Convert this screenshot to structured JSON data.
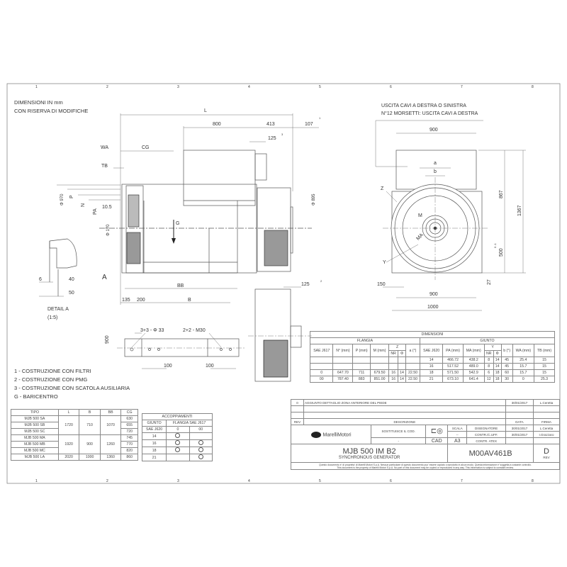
{
  "frame": {
    "columns": [
      "1",
      "2",
      "3",
      "4",
      "5",
      "6",
      "7",
      "8"
    ]
  },
  "notes_top": [
    "DIMENSIONI IN mm",
    "CON RISERVA DI MODIFICHE"
  ],
  "right_view_notes": [
    "USCITA CAVI A DESTRA O SINISTRA",
    "N°12 MORSETTI: USCITA CAVI A DESTRA"
  ],
  "side_dims": {
    "L": "L",
    "d800": "800",
    "d413": "413",
    "d107": "107",
    "d125a": "125",
    "WA": "WA",
    "CG": "CG",
    "TB": "TB",
    "phi970": "Φ 970",
    "P": "P",
    "N": "N",
    "PA": "PA",
    "d105": "10.5",
    "phi170": "Φ 170",
    "phi895": "Φ 895",
    "G": "G",
    "A": "A",
    "BB": "BB",
    "B": "B",
    "d135": "135",
    "d200": "200",
    "d125b": "125",
    "c1": "1",
    "c2": "2",
    "c3": "3"
  },
  "detail": {
    "d6": "6",
    "d40": "40",
    "d50": "50",
    "title": "DETAIL A",
    "scale": "(1:5)"
  },
  "foot": {
    "holes": "3+3 - Φ 33",
    "threads": "2+2 - M30",
    "d900": "900",
    "d100a": "100",
    "d100b": "100"
  },
  "front_dims": {
    "w900top": "900",
    "a": "a",
    "b": "b",
    "Z": "Z",
    "M": "M",
    "MA": "MA",
    "Y": "Y",
    "h867": "867",
    "h1367": "1367",
    "h500": "500",
    "tol": "0 -1",
    "h27": "27",
    "d150": "150",
    "w900": "900",
    "w1000": "1000"
  },
  "legend": [
    "1 - COSTRUZIONE CON FILTRI",
    "2 - COSTRUZIONE CON PMG",
    "3 - COSTRUZIONE CON SCATOLA AUSILIARIA",
    "G - BARICENTRO"
  ],
  "dim_table": {
    "title": "DIMENSIONI",
    "flangia": "FLANGIA",
    "giunto": "GIUNTO",
    "headers": [
      "SAE J617",
      "N° (mm)",
      "P (mm)",
      "M (mm)",
      "Z",
      "a (°)",
      "SAE J620",
      "PA (mm)",
      "MA (mm)",
      "Y",
      "b (°)",
      "WA (mm)",
      "TB (mm)"
    ],
    "sub": [
      "NR",
      "Φ",
      "NR",
      "Φ"
    ],
    "rows": [
      [
        "",
        "",
        "",
        "",
        "",
        "",
        "",
        "14",
        "466.72",
        "438.2",
        "8",
        "14",
        "45",
        "25.4",
        "15"
      ],
      [
        "",
        "",
        "",
        "",
        "",
        "",
        "",
        "16",
        "517.52",
        "489.0",
        "8",
        "14",
        "45",
        "15.7",
        "15"
      ],
      [
        "0",
        "647.70",
        "711",
        "679.50",
        "16",
        "14",
        "22.50",
        "18",
        "571.50",
        "542.9",
        "6",
        "18",
        "60",
        "15.7",
        "15"
      ],
      [
        "00",
        "787.40",
        "883",
        "851.00",
        "16",
        "14",
        "22.50",
        "21",
        "673.10",
        "641.4",
        "12",
        "18",
        "30",
        "0",
        "25.3"
      ]
    ]
  },
  "tipo_table": {
    "headers": [
      "TIPO",
      "L",
      "B",
      "BB",
      "CG"
    ],
    "types": [
      "MJB 500 SA",
      "MJB 500 SB",
      "MJB 500 SC",
      "MJB 500 MA",
      "MJB 500 MB",
      "MJB 500 MC",
      "MJB 500 LA"
    ],
    "cg": [
      "630",
      "655",
      "720",
      "745",
      "770",
      "820",
      "860"
    ],
    "groups": [
      [
        "1720",
        "710",
        "1070"
      ],
      [
        "1920",
        "900",
        "1260"
      ],
      [
        "2020",
        "1000",
        "1360"
      ]
    ]
  },
  "accoppiamenti": {
    "title": "ACCOPPIAMENTI",
    "giunto": "GIUNTO",
    "sae620": "SAE J620",
    "flangia": "FLANGIA SAE J617",
    "cols": [
      "0",
      "00"
    ],
    "rows": [
      {
        "g": "14",
        "c0": true,
        "c00": false
      },
      {
        "g": "16",
        "c0": true,
        "c00": true
      },
      {
        "g": "18",
        "c0": true,
        "c00": true
      },
      {
        "g": "21",
        "c0": false,
        "c00": true
      }
    ]
  },
  "revision": {
    "rev": "0",
    "desc": "AGGIUNTO DETTAGLIO ZONA ANTERIORE DEL PIEDE",
    "date": "30/01/2017",
    "firma": "L.Ceretta",
    "h_rev": "REV",
    "h_desc": "DESCRIZIONE",
    "h_date": "DATA",
    "h_firma": "FIRMA"
  },
  "titleblock": {
    "company": "MarelliMotori",
    "sostituisce": "SOSTITUISCE IL COD.",
    "sost_val": "-",
    "cad": "CAD",
    "scala": "SCALA",
    "scala_val": "--",
    "format": "A3",
    "disegnatore": "DISEGNATORE",
    "dis_date": "30/01/2017",
    "dis_name": "L.Ceretta",
    "contr": "CONTR./C.UFF.",
    "contr_date": "30/01/2017",
    "contr_name": "I.Grazzaro",
    "atex": "CONTR. ATEX",
    "title": "MJB 500 IM B2",
    "subtitle": "SYNCHRONOUS GENERATOR",
    "code": "M00AV461B",
    "rev": "D",
    "rev_label": "REV",
    "disclaimer1": "Questo documento e' di proprieta' di Marelli Motori S.p.A. Nessun particolare di questo documento puo' essere copiato o riprodotto in alcun modo. Questa informazione e' soggetta a costante controllo.",
    "disclaimer2": "This document is the property of Marelli Motori S.p.A. No part of this document may be copied or reproduced in any way. This information is subject to constant review."
  }
}
